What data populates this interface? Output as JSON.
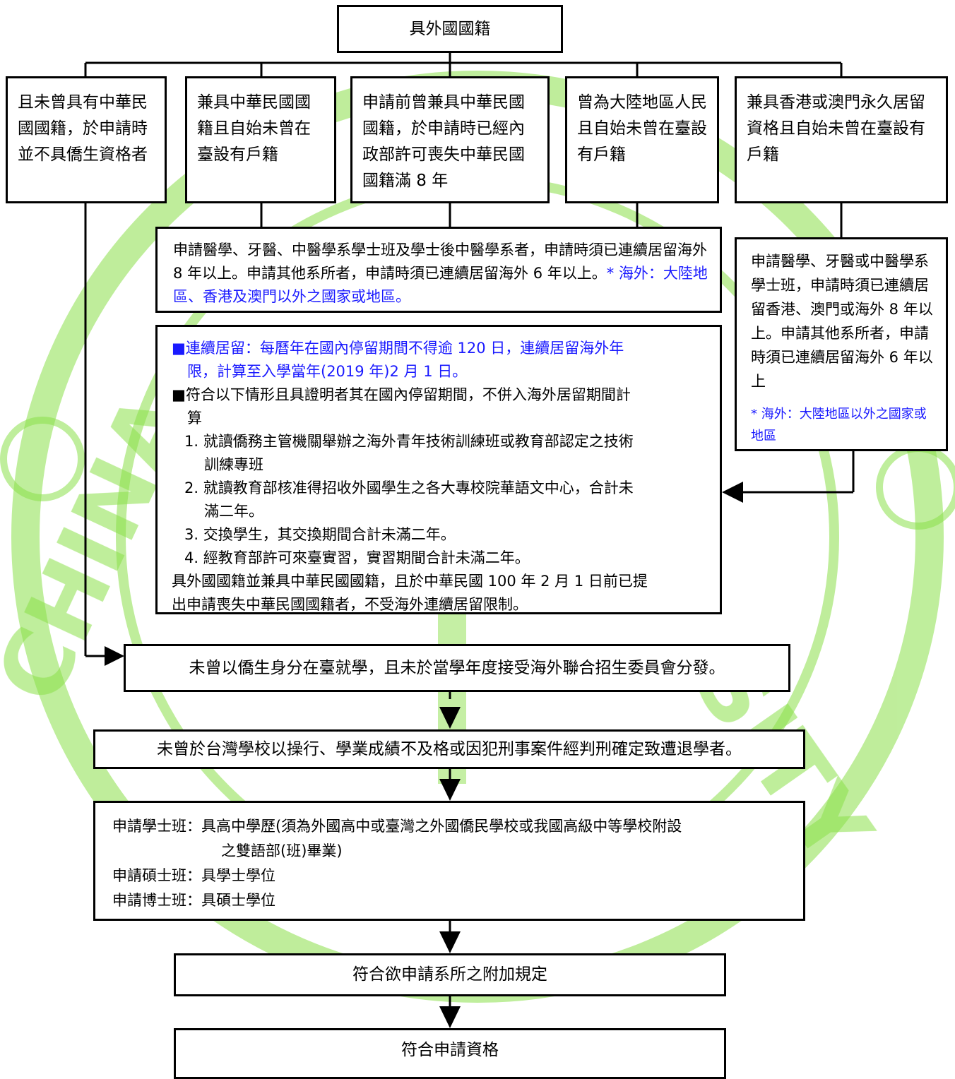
{
  "title": "具外國國籍",
  "branches": [
    "且未曾具有中華民國國籍，於申請時並不具僑生資格者",
    "兼具中華民國國籍且自始未曾在臺設有戶籍",
    "申請前曾兼具中華民國國籍，於申請時已經內政部許可喪失中華民國國籍滿 8 年",
    "曾為大陸地區人民且自始未曾在臺設有戶籍",
    "兼具香港或澳門永久居留資格且自始未曾在臺設有戶籍"
  ],
  "overseas_rule": {
    "text": "申請醫學、牙醫、中醫學系學士班及學士後中醫學系者，申請時須已連續居留海外 8 年以上。申請其他系所者，申請時須已連續居留海外 6 年以上。",
    "note": "* 海外：大陸地區、香港及澳門以外之國家或地區。"
  },
  "hkmo_rule": {
    "text": "申請醫學、牙醫或中醫學系學士班，申請時須已連續居留香港、澳門或海外 8 年以上。申請其他系所者，申請時須已連續居留海外 6 年以上",
    "note": "* 海外：大陸地區以外之國家或地區"
  },
  "residence_rules": {
    "line1": "■連續居留：每曆年在國內停留期間不得逾 120 日，連續居留海外年",
    "line2": "限，計算至入學當年(2019 年)2 月 1 日。",
    "line3": "■符合以下情形且具證明者其在國內停留期間，不併入海外居留期間計",
    "line4": "算",
    "item1a": "1. 就讀僑務主管機關舉辦之海外青年技術訓練班或教育部認定之技術",
    "item1b": "訓練專班",
    "item2a": "2. 就讀教育部核准得招收外國學生之各大專校院華語文中心，合計未",
    "item2b": "滿二年。",
    "item3": "3. 交換學生，其交換期間合計未滿二年。",
    "item4": "4. 經教育部許可來臺實習，實習期間合計未滿二年。",
    "footer1": "具外國國籍並兼具中華民國國籍，且於中華民國 100 年 2 月 1 日前已提",
    "footer2": "出申請喪失中華民國國籍者，不受海外連續居留限制。"
  },
  "step_not_studied": "未曾以僑生身分在臺就學，且未於當學年度接受海外聯合招生委員會分發。",
  "step_not_expelled": "未曾於台灣學校以操行、學業成績不及格或因犯刑事案件經判刑確定致遭退學者。",
  "degree_req": {
    "line1": "申請學士班：具高中學歷(須為外國高中或臺灣之外國僑民學校或我國高級中等學校附設",
    "line2": "之雙語部(班)畢業)",
    "line3": "申請碩士班：具學士學位",
    "line4": "申請博士班：具碩士學位"
  },
  "step_dept_rules": "符合欲申請系所之附加規定",
  "result": "符合申請資格",
  "colors": {
    "watermark": "#8be04a",
    "line": "#000000",
    "note": "#1a1aff"
  }
}
